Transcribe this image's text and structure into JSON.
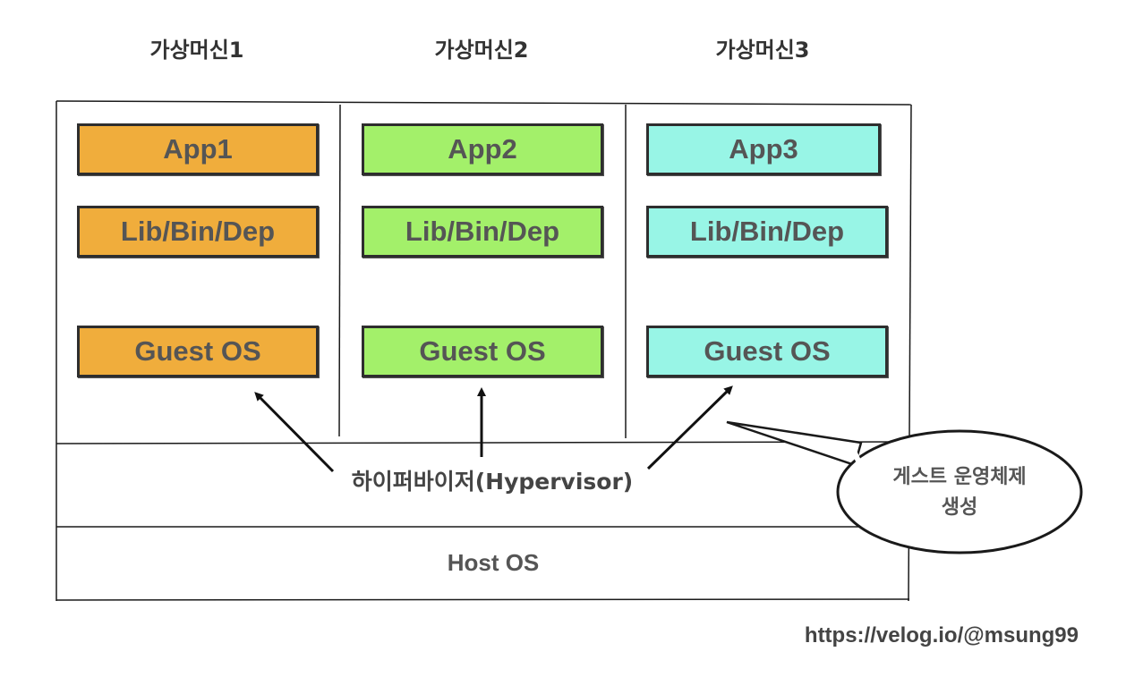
{
  "vm_titles": [
    "가상머신1",
    "가상머신2",
    "가상머신3"
  ],
  "vms": [
    {
      "app": "App1",
      "lib": "Lib/Bin/Dep",
      "os": "Guest OS"
    },
    {
      "app": "App2",
      "lib": "Lib/Bin/Dep",
      "os": "Guest OS"
    },
    {
      "app": "App3",
      "lib": "Lib/Bin/Dep",
      "os": "Guest OS"
    }
  ],
  "hypervisor_label": "하이퍼바이저(Hypervisor)",
  "host_os_label": "Host OS",
  "callout": {
    "line1": "게스트 운영체제",
    "line2": "생성"
  },
  "footer_url": "https://velog.io/@msung99",
  "colors": {
    "vm1": "#f0ad3c",
    "vm2": "#a3f06a",
    "vm3": "#98f5e6",
    "line": "#1a1a1a",
    "text": "#555555"
  }
}
